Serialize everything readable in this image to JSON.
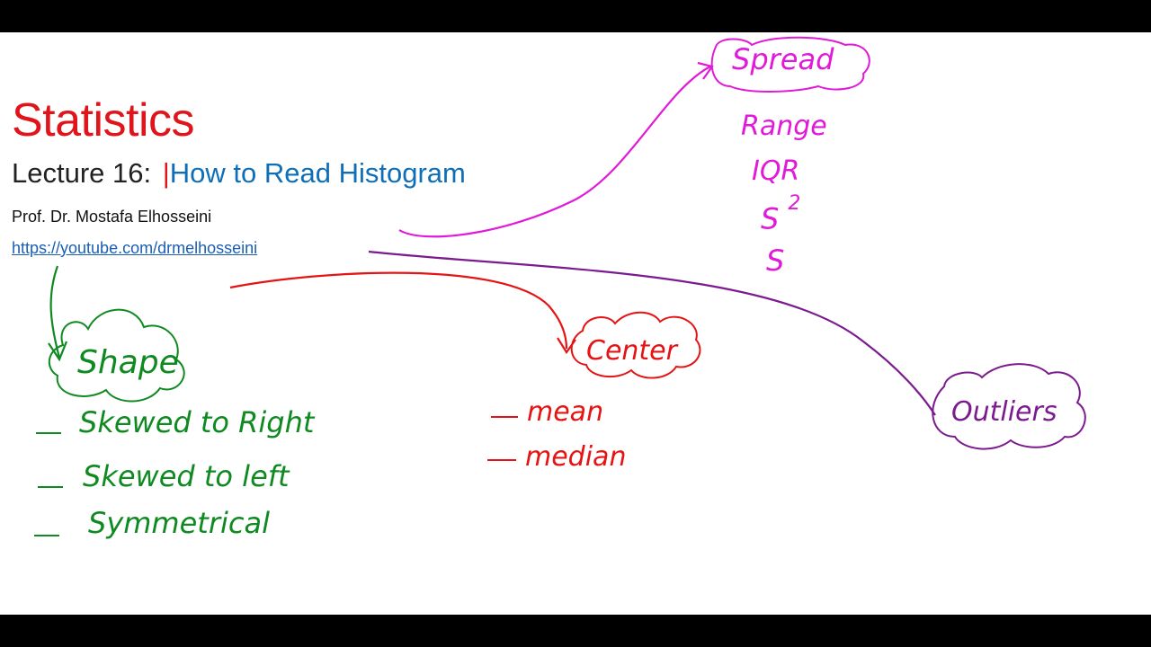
{
  "slide": {
    "title": "Statistics",
    "lecture_prefix": "Lecture 16:",
    "lecture_separator": "|",
    "lecture_topic": "How to Read Histogram",
    "author": "Prof. Dr. Mostafa Elhosseini",
    "link": "https://youtube.com/drmelhosseini"
  },
  "annotations": {
    "shape": {
      "label": "Shape",
      "items": [
        "Skewed to Right",
        "Skewed to left",
        "Symmetrical"
      ]
    },
    "center": {
      "label": "Center",
      "items": [
        "mean",
        "median"
      ]
    },
    "spread": {
      "label": "Spread",
      "items": [
        "Range",
        "IQR",
        "S",
        "S"
      ],
      "superscript": "2"
    },
    "outliers": {
      "label": "Outliers"
    }
  },
  "colors": {
    "title": "#e0141b",
    "topic": "#0e6fb8",
    "link": "#1a5fb4",
    "shape": "#0f8a21",
    "center": "#e51414",
    "spread": "#e11ad9",
    "outliers": "#7b1b8f"
  }
}
